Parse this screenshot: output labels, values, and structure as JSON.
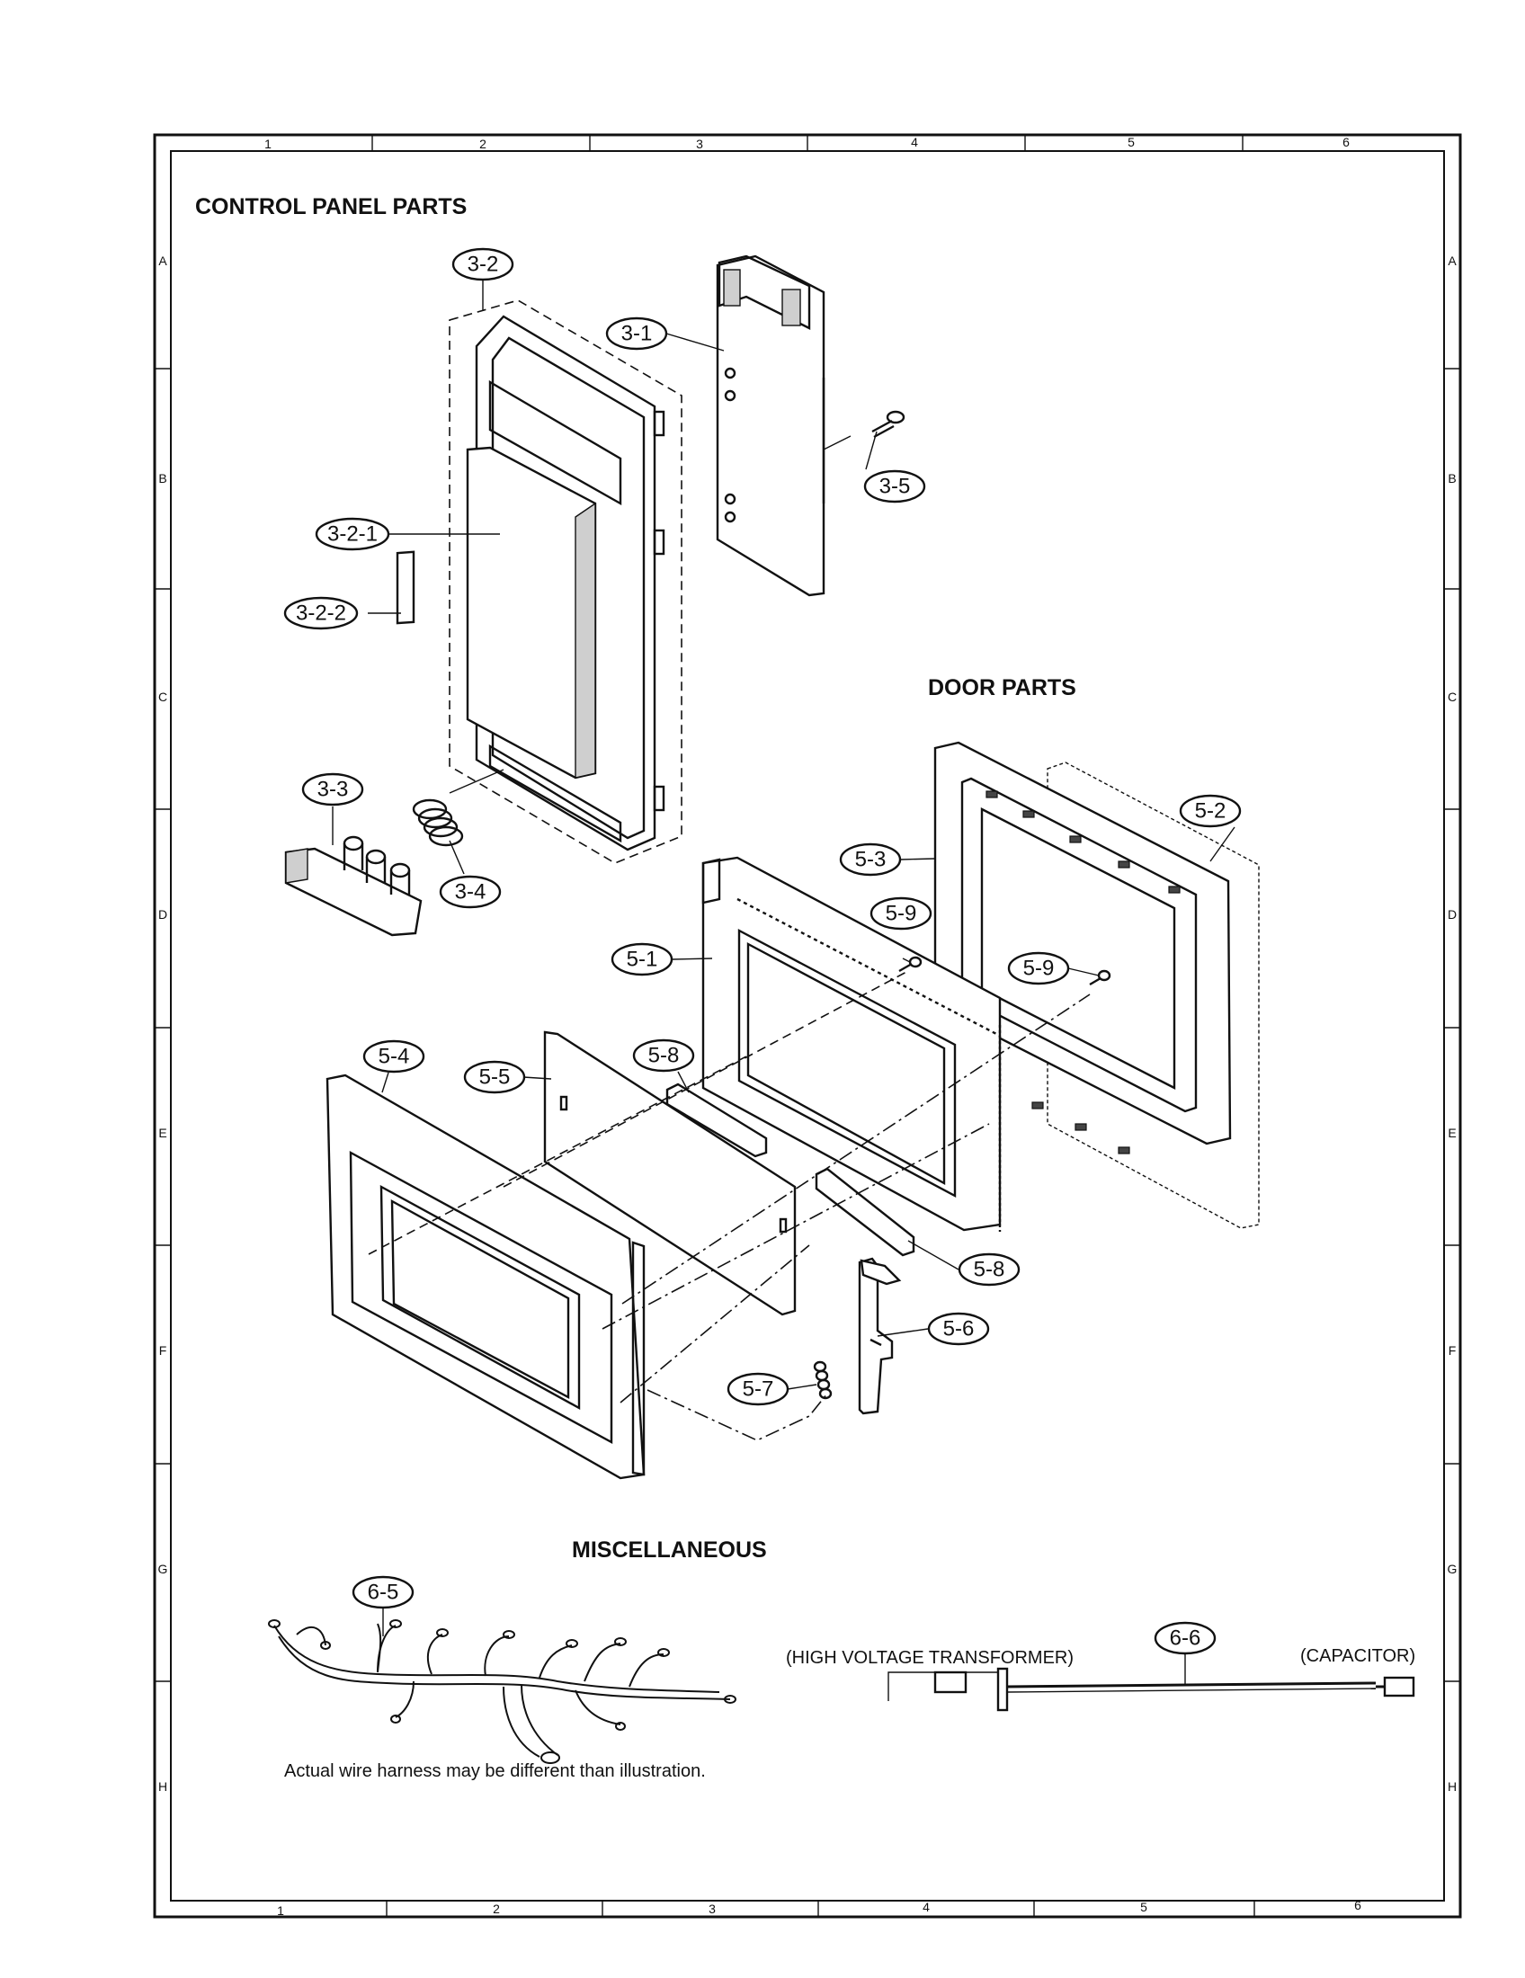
{
  "frame": {
    "columns": [
      "1",
      "2",
      "3",
      "4",
      "5",
      "6"
    ],
    "rows": [
      "A",
      "B",
      "C",
      "D",
      "E",
      "F",
      "G",
      "H"
    ]
  },
  "sections": {
    "control_panel": "CONTROL PANEL PARTS",
    "door": "DOOR PARTS",
    "misc": "MISCELLANEOUS"
  },
  "callouts": {
    "c3_1": "3-1",
    "c3_2": "3-2",
    "c3_2_1": "3-2-1",
    "c3_2_2": "3-2-2",
    "c3_3": "3-3",
    "c3_4": "3-4",
    "c3_5": "3-5",
    "c5_1": "5-1",
    "c5_2": "5-2",
    "c5_3": "5-3",
    "c5_4": "5-4",
    "c5_5": "5-5",
    "c5_6": "5-6",
    "c5_7": "5-7",
    "c5_8a": "5-8",
    "c5_8b": "5-8",
    "c5_9a": "5-9",
    "c5_9b": "5-9",
    "c6_5": "6-5",
    "c6_6": "6-6"
  },
  "notes": {
    "harness": "Actual wire harness may be different than illustration.",
    "hv_transformer": "(HIGH VOLTAGE TRANSFORMER)",
    "capacitor": "(CAPACITOR)"
  }
}
